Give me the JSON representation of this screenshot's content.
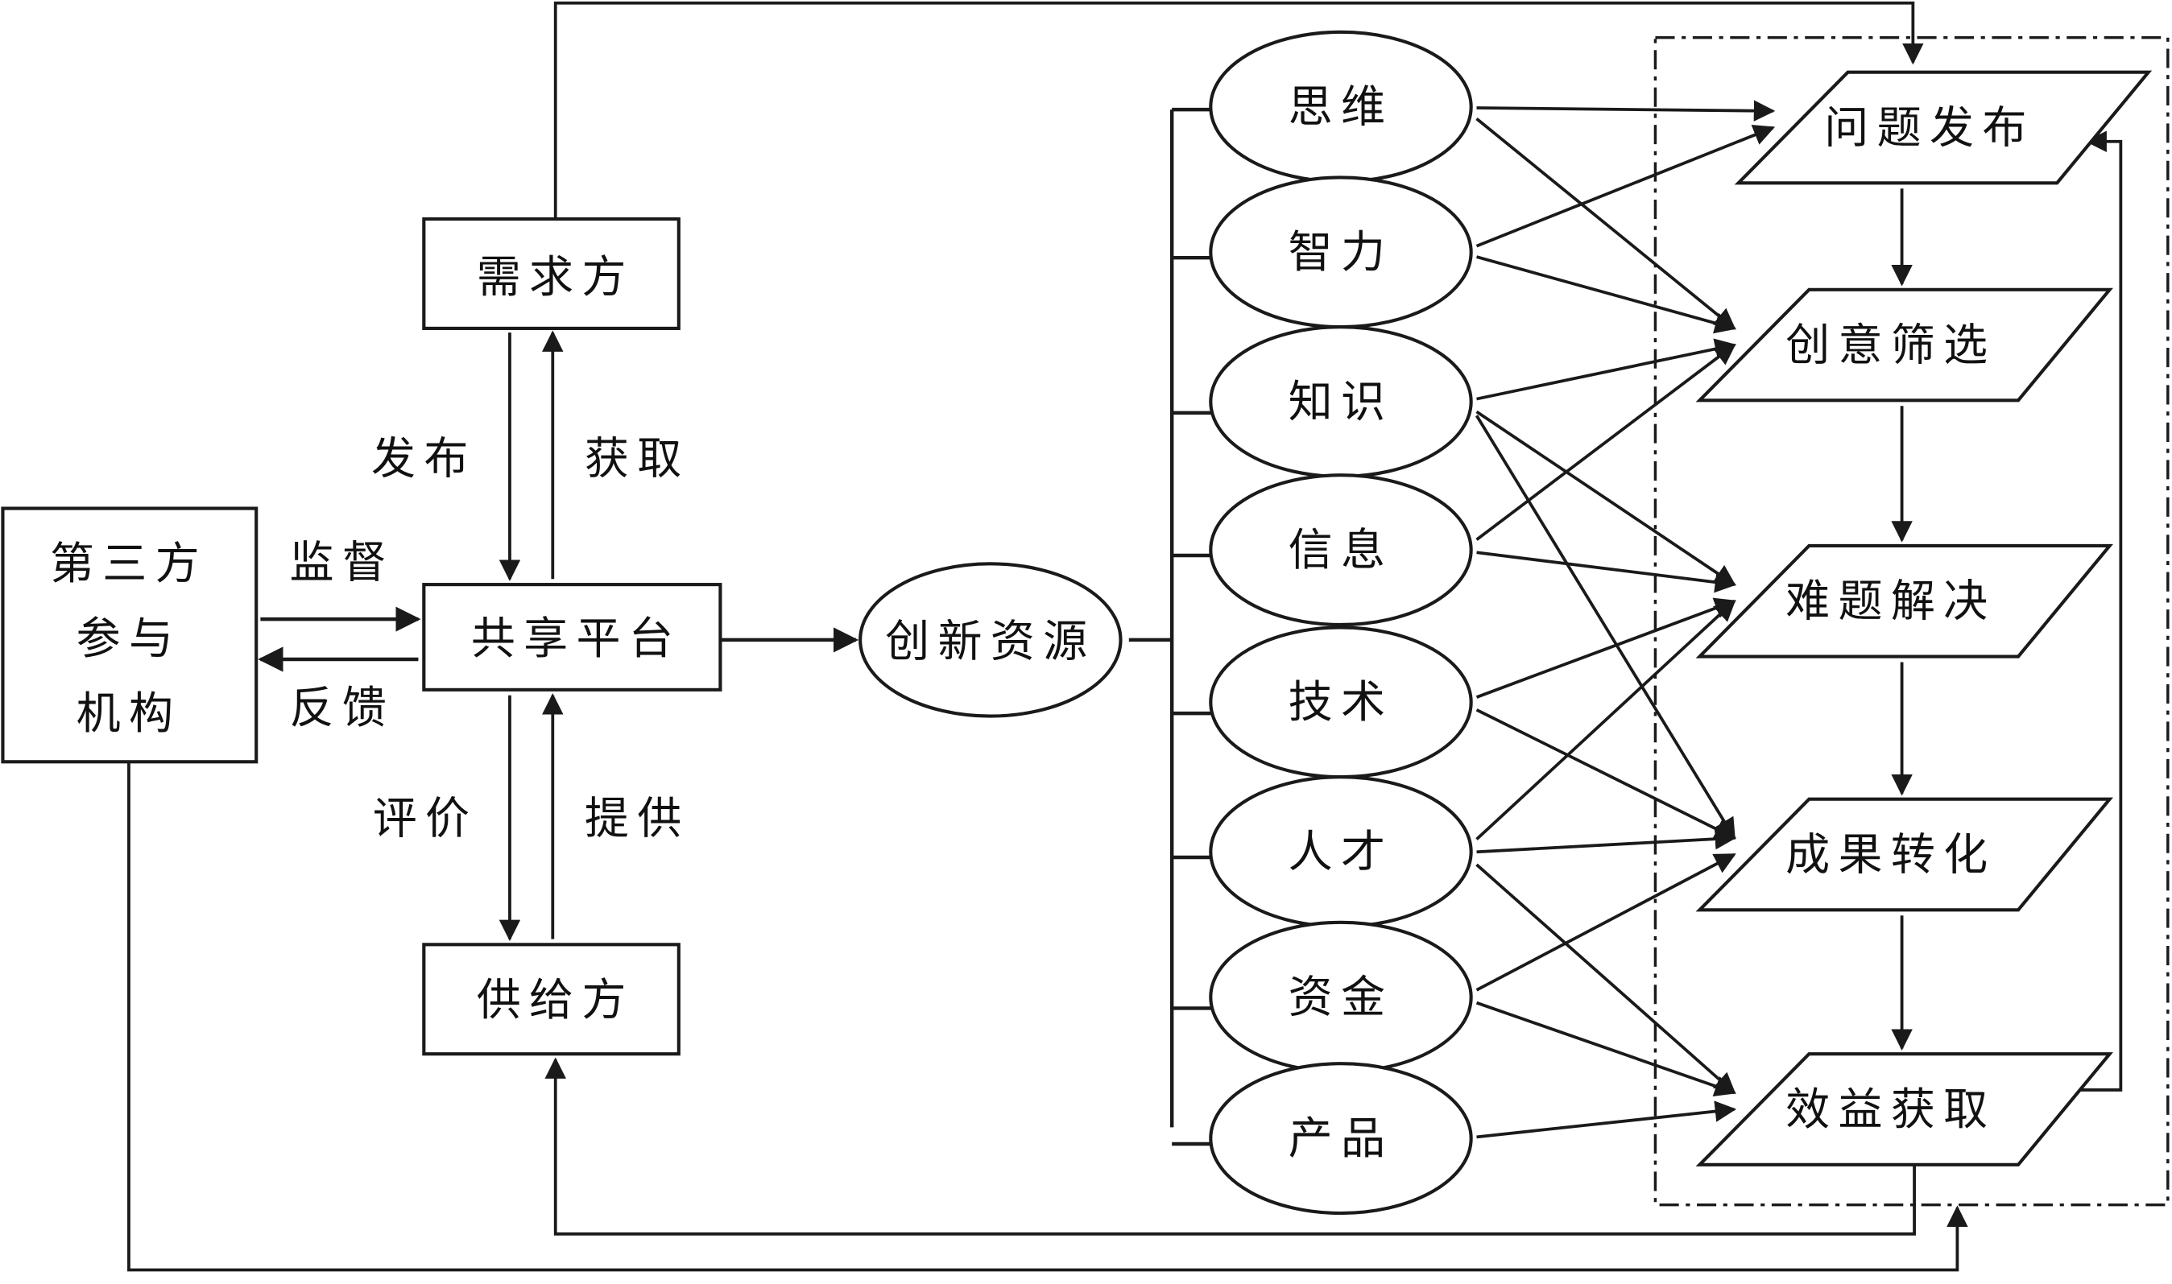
{
  "nodes": {
    "third_party": [
      "第三方",
      "参与",
      "机构"
    ],
    "demand": "需求方",
    "platform": "共享平台",
    "supply": "供给方",
    "resources": "创新资源"
  },
  "edge_labels": {
    "publish": "发布",
    "obtain": "获取",
    "supervise": "监督",
    "feedback": "反馈",
    "evaluate": "评价",
    "provide": "提供"
  },
  "resource_items": [
    "思维",
    "智力",
    "知识",
    "信息",
    "技术",
    "人才",
    "资金",
    "产品"
  ],
  "process_steps": [
    "问题发布",
    "创意筛选",
    "难题解决",
    "成果转化",
    "效益获取"
  ],
  "resource_links": [
    {
      "from": "思维",
      "to": [
        "问题发布",
        "创意筛选"
      ]
    },
    {
      "from": "智力",
      "to": [
        "问题发布",
        "创意筛选"
      ]
    },
    {
      "from": "知识",
      "to": [
        "创意筛选",
        "难题解决",
        "成果转化"
      ]
    },
    {
      "from": "信息",
      "to": [
        "创意筛选",
        "难题解决"
      ]
    },
    {
      "from": "技术",
      "to": [
        "难题解决",
        "成果转化"
      ]
    },
    {
      "from": "人才",
      "to": [
        "难题解决",
        "成果转化",
        "效益获取"
      ]
    },
    {
      "from": "资金",
      "to": [
        "成果转化",
        "效益获取"
      ]
    },
    {
      "from": "产品",
      "to": [
        "效益获取"
      ]
    }
  ]
}
